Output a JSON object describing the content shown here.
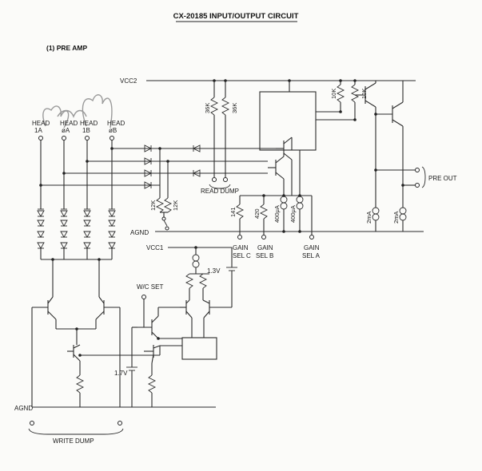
{
  "title": "CX-20185 INPUT/OUTPUT CIRCUIT",
  "section": "(1) PRE AMP",
  "rails": {
    "vcc2": "VCC2",
    "vcc1": "VCC1",
    "agnd_top": "AGND",
    "agnd_bottom": "AGND"
  },
  "heads": [
    {
      "line1": "HEAD",
      "line2": "1A"
    },
    {
      "line1": "HEAD",
      "line2": "øA"
    },
    {
      "line1": "HEAD",
      "line2": "1B"
    },
    {
      "line1": "HEAD",
      "line2": "øB"
    }
  ],
  "resistors": {
    "r36k_1": "36K",
    "r36k_2": "36K",
    "r10k_1": "10K",
    "r10k_2": "10K",
    "r12k_1": "12K",
    "r12k_2": "12K",
    "r141": "141",
    "r420": "420"
  },
  "sources": {
    "i400_1": "400μA",
    "i400_2": "400μA",
    "i2ma_1": "2mA",
    "i2ma_2": "2mA"
  },
  "labels": {
    "read_dump": "READ DUMP",
    "pre_out": "PRE OUT",
    "gain_c_1": "GAIN",
    "gain_c_2": "SEL C",
    "gain_b_1": "GAIN",
    "gain_b_2": "SEL B",
    "gain_a_1": "GAIN",
    "gain_a_2": "SEL A",
    "wc_set": "W/C SET",
    "v13": "1.3V",
    "v17": "1.7V",
    "write_dump": "WRITE DUMP"
  }
}
